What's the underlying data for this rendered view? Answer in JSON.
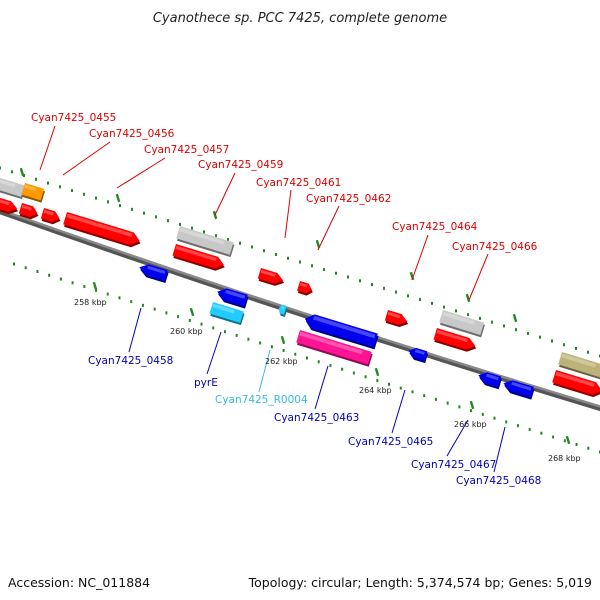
{
  "title": "Cyanothece sp. PCC 7425, complete genome",
  "footer": {
    "accession": "Accession: NC_011884",
    "summary": "Topology: circular; Length: 5,374,574 bp; Genes: 5,019"
  },
  "colors": {
    "forward_label": "#dd0000",
    "reverse_label": "#0000bb",
    "rna_label": "#33bbee",
    "backbone": "#888888",
    "gene_red": "#ff0000",
    "gene_blue": "#0000ee",
    "gene_grey": "#c8c8c8",
    "gene_orange": "#ff9900",
    "gene_pink": "#ff1493",
    "gene_cyan": "#22ccff",
    "gene_olive": "#bdb37a",
    "tick_green": "#228822"
  },
  "ticks": [
    "258 kbp",
    "260 kbp",
    "262 kbp",
    "264 kbp",
    "266 kbp",
    "268 kbp"
  ],
  "forward_labels": [
    "Cyan7425_0455",
    "Cyan7425_0456",
    "Cyan7425_0457",
    "Cyan7425_0459",
    "Cyan7425_0461",
    "Cyan7425_0462",
    "Cyan7425_0464",
    "Cyan7425_0466"
  ],
  "reverse_labels": [
    "Cyan7425_0458",
    "pyrE",
    "Cyan7425_R0004",
    "Cyan7425_0463",
    "Cyan7425_0465",
    "Cyan7425_0467",
    "Cyan7425_0468"
  ]
}
